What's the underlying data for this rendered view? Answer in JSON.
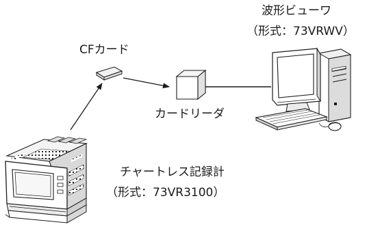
{
  "labels": {
    "viewer_name": "波形ビューワ",
    "viewer_model": "（形式：73VRWV）",
    "cf_card": "CFカード",
    "card_reader": "カードリーダ",
    "recorder_name": "チャートレス記録計",
    "recorder_model": "（形式：73VR3100）"
  },
  "colors": {
    "line": "#1a1a1a",
    "fill": "#ffffff",
    "light": "#eeeeee",
    "mid": "#d6d6d6",
    "dark": "#bdbdbd"
  }
}
